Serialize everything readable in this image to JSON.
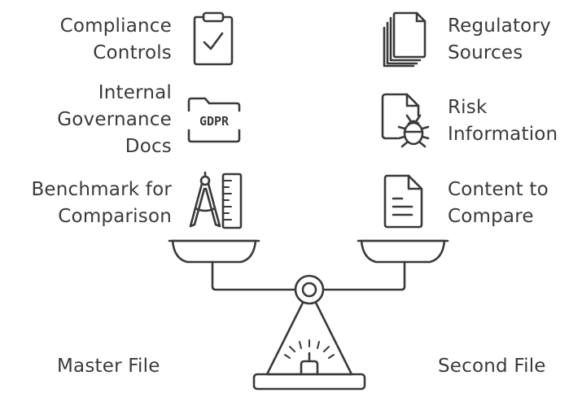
{
  "left_items": [
    {
      "lines": [
        "Compliance",
        "Controls"
      ],
      "icon": "clipboard-check-icon"
    },
    {
      "lines": [
        "Internal",
        "Governance",
        "Docs"
      ],
      "icon": "gdpr-folder-icon"
    },
    {
      "lines": [
        "Benchmark for",
        "Comparison"
      ],
      "icon": "compass-ruler-icon"
    }
  ],
  "right_items": [
    {
      "lines": [
        "Regulatory",
        "Sources"
      ],
      "icon": "document-stack-icon"
    },
    {
      "lines": [
        "Risk",
        "Information"
      ],
      "icon": "bug-document-icon"
    },
    {
      "lines": [
        "Content to",
        "Compare"
      ],
      "icon": "document-icon"
    }
  ],
  "gdpr_badge": "GDPR",
  "bottom": {
    "left_label": "Master File",
    "right_label": "Second File"
  },
  "colors": {
    "ink": "#3a3a3a",
    "background": "#ffffff"
  }
}
